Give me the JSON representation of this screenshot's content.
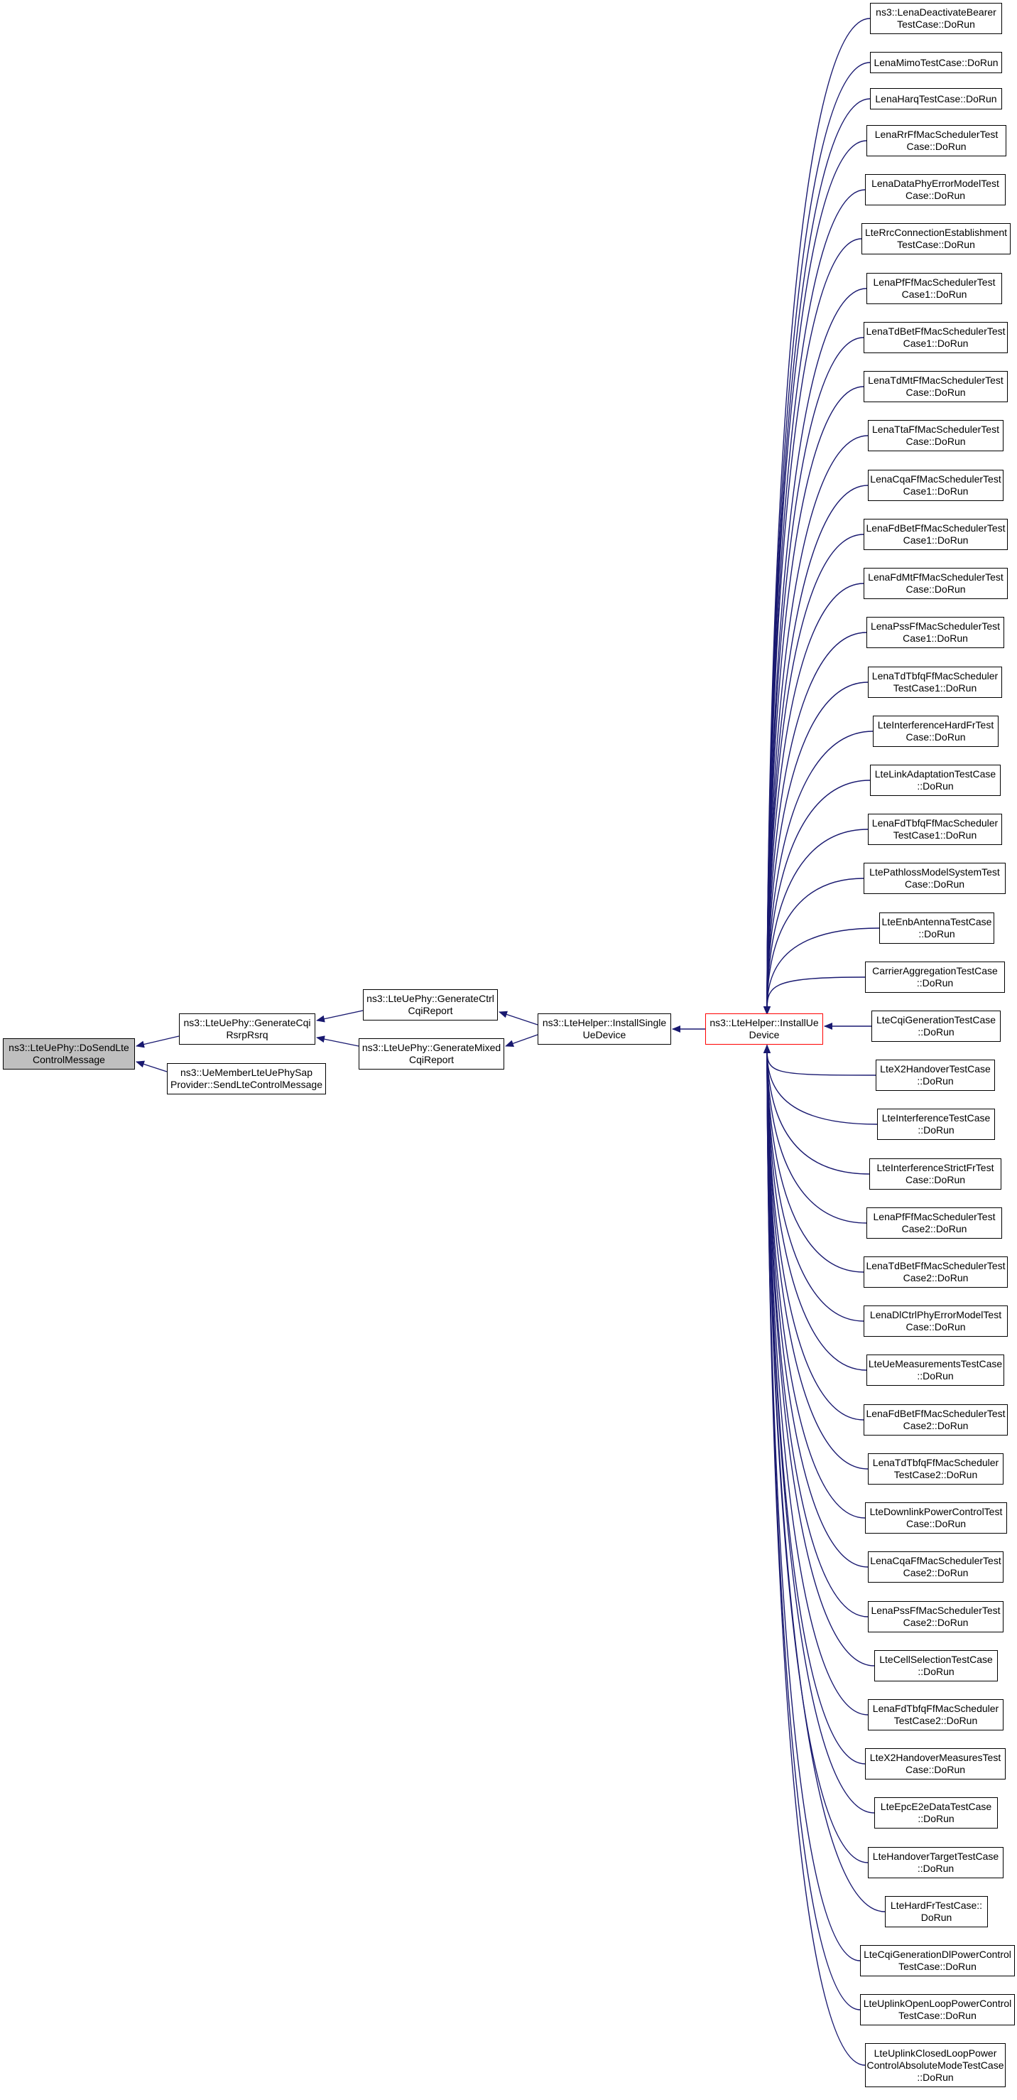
{
  "colors": {
    "edge": "#191970",
    "node_border": "#000000",
    "focus_fill": "#bfbfbf",
    "highlight_border": "#ff0000"
  },
  "nodes": {
    "do_send": {
      "lines": [
        "ns3::LteUePhy::DoSendLte",
        "ControlMessage"
      ]
    },
    "gen_cqi": {
      "lines": [
        "ns3::LteUePhy::GenerateCqi",
        "RsrpRsrq"
      ]
    },
    "ue_member": {
      "lines": [
        "ns3::UeMemberLteUePhySap",
        "Provider::SendLteControlMessage"
      ]
    },
    "gen_ctrl": {
      "lines": [
        "ns3::LteUePhy::GenerateCtrl",
        "CqiReport"
      ]
    },
    "gen_mixed": {
      "lines": [
        "ns3::LteUePhy::GenerateMixed",
        "CqiReport"
      ]
    },
    "install_single": {
      "lines": [
        "ns3::LteHelper::InstallSingle",
        "UeDevice"
      ]
    },
    "install_ue": {
      "lines": [
        "ns3::LteHelper::InstallUe",
        "Device"
      ]
    }
  },
  "callers": [
    {
      "lines": [
        "ns3::LenaDeactivateBearer",
        "TestCase::DoRun"
      ]
    },
    {
      "lines": [
        "LenaMimoTestCase::DoRun"
      ]
    },
    {
      "lines": [
        "LenaHarqTestCase::DoRun"
      ]
    },
    {
      "lines": [
        "LenaRrFfMacSchedulerTest",
        "Case::DoRun"
      ]
    },
    {
      "lines": [
        "LenaDataPhyErrorModelTest",
        "Case::DoRun"
      ]
    },
    {
      "lines": [
        "LteRrcConnectionEstablishment",
        "TestCase::DoRun"
      ]
    },
    {
      "lines": [
        "LenaPfFfMacSchedulerTest",
        "Case1::DoRun"
      ]
    },
    {
      "lines": [
        "LenaTdBetFfMacSchedulerTest",
        "Case1::DoRun"
      ]
    },
    {
      "lines": [
        "LenaTdMtFfMacSchedulerTest",
        "Case::DoRun"
      ]
    },
    {
      "lines": [
        "LenaTtaFfMacSchedulerTest",
        "Case::DoRun"
      ]
    },
    {
      "lines": [
        "LenaCqaFfMacSchedulerTest",
        "Case1::DoRun"
      ]
    },
    {
      "lines": [
        "LenaFdBetFfMacSchedulerTest",
        "Case1::DoRun"
      ]
    },
    {
      "lines": [
        "LenaFdMtFfMacSchedulerTest",
        "Case::DoRun"
      ]
    },
    {
      "lines": [
        "LenaPssFfMacSchedulerTest",
        "Case1::DoRun"
      ]
    },
    {
      "lines": [
        "LenaTdTbfqFfMacScheduler",
        "TestCase1::DoRun"
      ]
    },
    {
      "lines": [
        "LteInterferenceHardFrTest",
        "Case::DoRun"
      ]
    },
    {
      "lines": [
        "LteLinkAdaptationTestCase",
        "::DoRun"
      ]
    },
    {
      "lines": [
        "LenaFdTbfqFfMacScheduler",
        "TestCase1::DoRun"
      ]
    },
    {
      "lines": [
        "LtePathlossModelSystemTest",
        "Case::DoRun"
      ]
    },
    {
      "lines": [
        "LteEnbAntennaTestCase",
        "::DoRun"
      ]
    },
    {
      "lines": [
        "CarrierAggregationTestCase",
        "::DoRun"
      ]
    },
    {
      "lines": [
        "LteCqiGenerationTestCase",
        "::DoRun"
      ]
    },
    {
      "lines": [
        "LteX2HandoverTestCase",
        "::DoRun"
      ]
    },
    {
      "lines": [
        "LteInterferenceTestCase",
        "::DoRun"
      ]
    },
    {
      "lines": [
        "LteInterferenceStrictFrTest",
        "Case::DoRun"
      ]
    },
    {
      "lines": [
        "LenaPfFfMacSchedulerTest",
        "Case2::DoRun"
      ]
    },
    {
      "lines": [
        "LenaTdBetFfMacSchedulerTest",
        "Case2::DoRun"
      ]
    },
    {
      "lines": [
        "LenaDlCtrlPhyErrorModelTest",
        "Case::DoRun"
      ]
    },
    {
      "lines": [
        "LteUeMeasurementsTestCase",
        "::DoRun"
      ]
    },
    {
      "lines": [
        "LenaFdBetFfMacSchedulerTest",
        "Case2::DoRun"
      ]
    },
    {
      "lines": [
        "LenaTdTbfqFfMacScheduler",
        "TestCase2::DoRun"
      ]
    },
    {
      "lines": [
        "LteDownlinkPowerControlTest",
        "Case::DoRun"
      ]
    },
    {
      "lines": [
        "LenaCqaFfMacSchedulerTest",
        "Case2::DoRun"
      ]
    },
    {
      "lines": [
        "LenaPssFfMacSchedulerTest",
        "Case2::DoRun"
      ]
    },
    {
      "lines": [
        "LteCellSelectionTestCase",
        "::DoRun"
      ]
    },
    {
      "lines": [
        "LenaFdTbfqFfMacScheduler",
        "TestCase2::DoRun"
      ]
    },
    {
      "lines": [
        "LteX2HandoverMeasuresTest",
        "Case::DoRun"
      ]
    },
    {
      "lines": [
        "LteEpcE2eDataTestCase",
        "::DoRun"
      ]
    },
    {
      "lines": [
        "LteHandoverTargetTestCase",
        "::DoRun"
      ]
    },
    {
      "lines": [
        "LteHardFrTestCase::",
        "DoRun"
      ]
    },
    {
      "lines": [
        "LteCqiGenerationDlPowerControl",
        "TestCase::DoRun"
      ]
    },
    {
      "lines": [
        "LteUplinkOpenLoopPowerControl",
        "TestCase::DoRun"
      ]
    },
    {
      "lines": [
        "LteUplinkClosedLoopPower",
        "ControlAbsoluteModeTestCase",
        "::DoRun"
      ]
    }
  ]
}
